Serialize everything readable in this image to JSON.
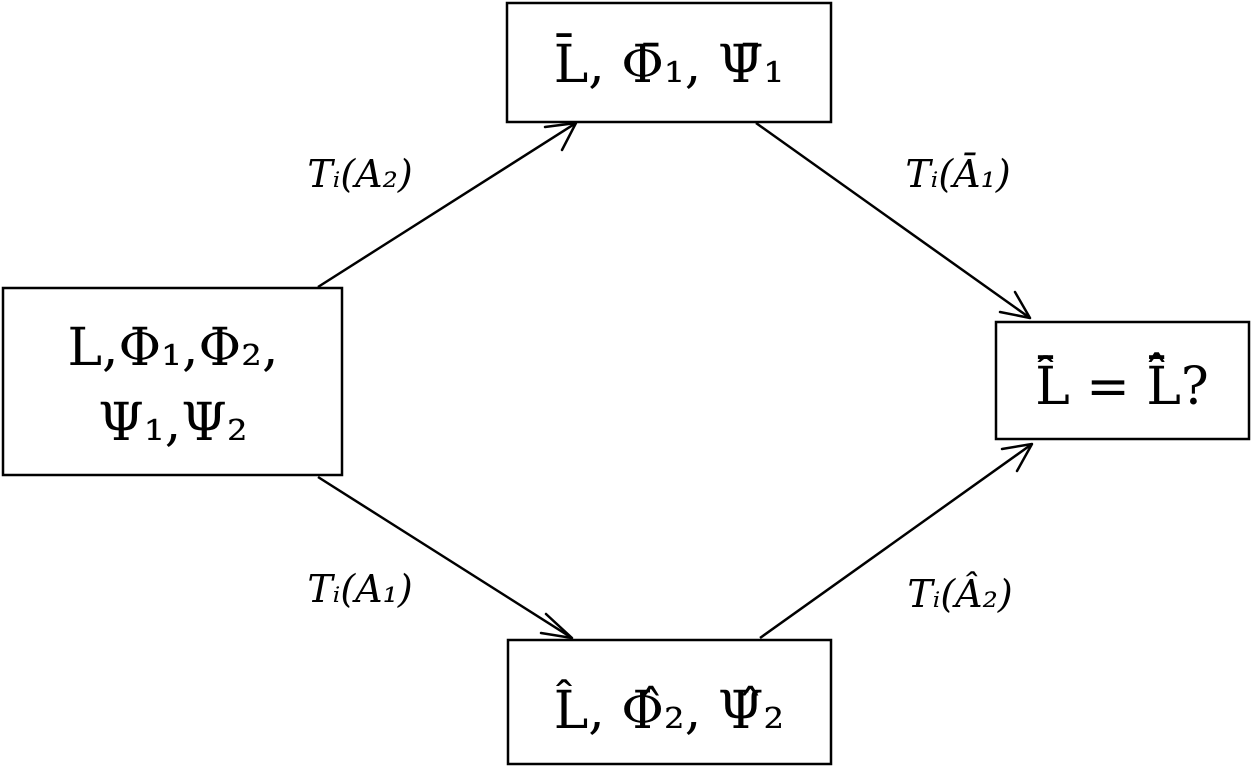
{
  "nodes": {
    "start": {
      "line1": "L,Φ₁,Φ₂,",
      "line2": "Ψ₁,Ψ₂"
    },
    "top": {
      "text": "L̄, Φ̄₁, Ψ̄₁"
    },
    "bottom": {
      "text": "L̂, Φ̂₂, Ψ̂₂"
    },
    "result": {
      "text": "L̂̄ = L̄̂?"
    }
  },
  "edges": {
    "start_to_top": "Tᵢ(A₂)",
    "top_to_result": "Tᵢ(Ā₁)",
    "start_to_bottom": "Tᵢ(A₁)",
    "bottom_to_result": "Tᵢ(Â₂)"
  }
}
